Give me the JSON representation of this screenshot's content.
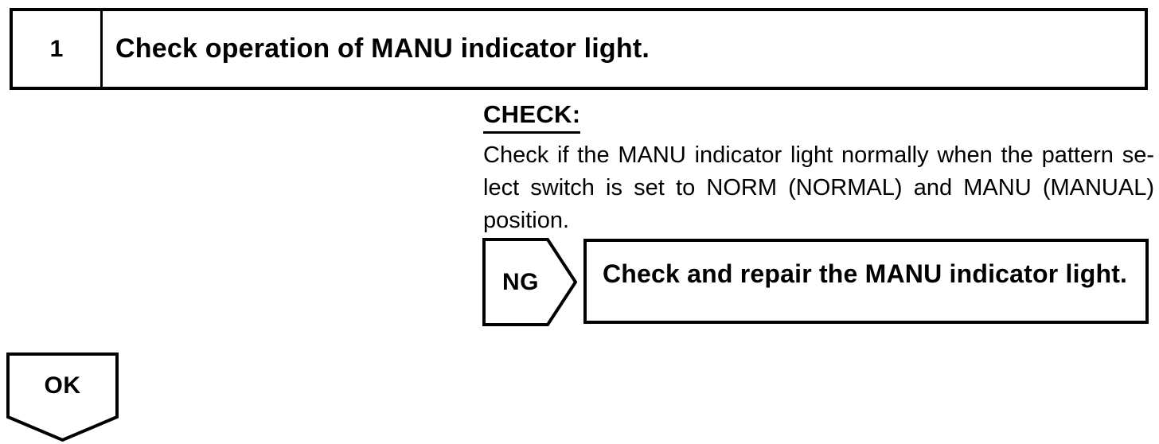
{
  "step": {
    "number": "1",
    "title": "Check operation of MANU indicator light."
  },
  "check": {
    "label": "CHECK:",
    "lines": [
      "Check if the MANU indicator light normally when the pattern se-",
      "lect switch is set to NORM (NORMAL) and MANU (MANUAL)",
      "position."
    ]
  },
  "ng": {
    "badge": "NG",
    "action": "Check and repair the MANU indicator light."
  },
  "ok": {
    "badge": "OK"
  },
  "colors": {
    "ink": "#000000",
    "paper": "#ffffff"
  }
}
